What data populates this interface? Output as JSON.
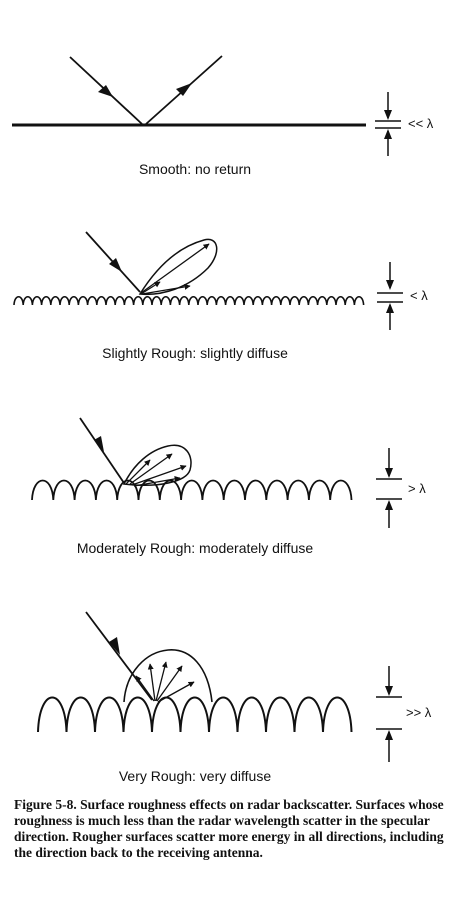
{
  "panels": [
    {
      "label": "Smooth:  no return",
      "ratio": "<< λ"
    },
    {
      "label": "Slightly Rough:  slightly diffuse",
      "ratio": "< λ"
    },
    {
      "label": "Moderately Rough:  moderately diffuse",
      "ratio": "> λ"
    },
    {
      "label": "Very Rough:  very diffuse",
      "ratio": ">> λ"
    }
  ],
  "caption": "Figure 5-8. Surface roughness effects on radar backscatter.  Surfaces whose roughness is much less than the radar wavelength scatter in the specular direction.  Rougher surfaces scatter more energy in all directions, including the direction back to the receiving antenna.",
  "colors": {
    "ink": "#111111",
    "background": "#ffffff"
  }
}
